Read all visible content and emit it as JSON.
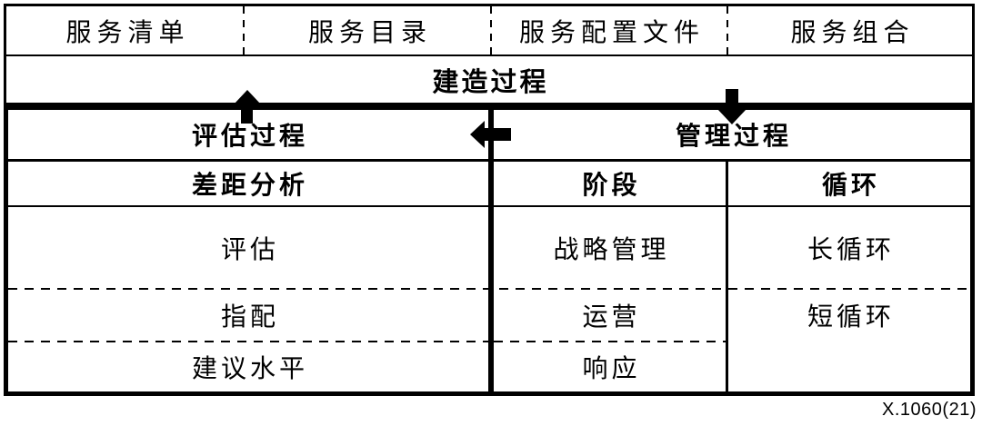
{
  "top_row": {
    "cells": [
      "服务清单",
      "服务目录",
      "服务配置文件",
      "服务组合"
    ]
  },
  "build_process": {
    "label": "建造过程"
  },
  "evaluation": {
    "header": "评估过程",
    "subheader": "差距分析",
    "rows": [
      "评估",
      "指配",
      "建议水平"
    ]
  },
  "management": {
    "header": "管理过程",
    "phase_column": {
      "header": "阶段",
      "rows": [
        "战略管理",
        "运营",
        "响应"
      ]
    },
    "cycle_column": {
      "header": "循环",
      "rows": [
        "长循环",
        "短循环"
      ]
    }
  },
  "icons": {
    "up": "up-arrow",
    "down": "down-arrow",
    "left": "left-arrow"
  },
  "caption": "X.1060(21)",
  "colors": {
    "ink": "#000000",
    "background": "#ffffff"
  }
}
